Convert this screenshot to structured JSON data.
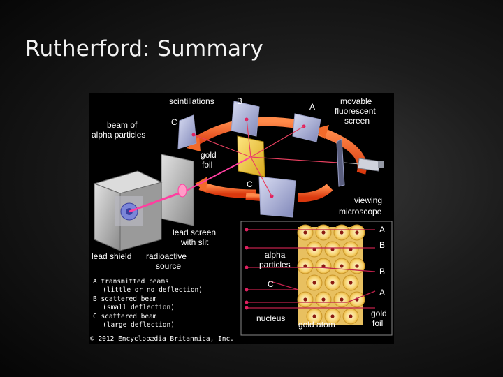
{
  "slide": {
    "title": "Rutherford: Summary"
  },
  "diagram": {
    "labels": {
      "scintillations": "scintillations",
      "beam_of": "beam of",
      "alpha_particles": "alpha particles",
      "gold": "gold",
      "foil": "foil",
      "movable": "movable",
      "fluorescent": "fluorescent",
      "screen": "screen",
      "viewing": "viewing",
      "microscope": "microscope",
      "lead_screen": "lead screen",
      "with_slit": "with slit",
      "lead_shield": "lead shield",
      "radioactive": "radioactive",
      "source": "source",
      "letter_a": "A",
      "letter_b": "B",
      "letter_c": "C"
    },
    "legend": [
      "A transmitted beams",
      "(little or no deflection)",
      "B scattered beam",
      "(small deflection)",
      "C scattered beam",
      "(large deflection)"
    ],
    "copyright": "© 2012 Encyclopædia Britannica, Inc.",
    "inset": {
      "alpha": "alpha",
      "particles": "particles",
      "nucleus": "nucleus",
      "gold_atom": "gold atom",
      "gold": "gold",
      "foil": "foil",
      "right_letters": [
        "A",
        "B",
        "B",
        "A"
      ],
      "left_letter": "C"
    }
  }
}
